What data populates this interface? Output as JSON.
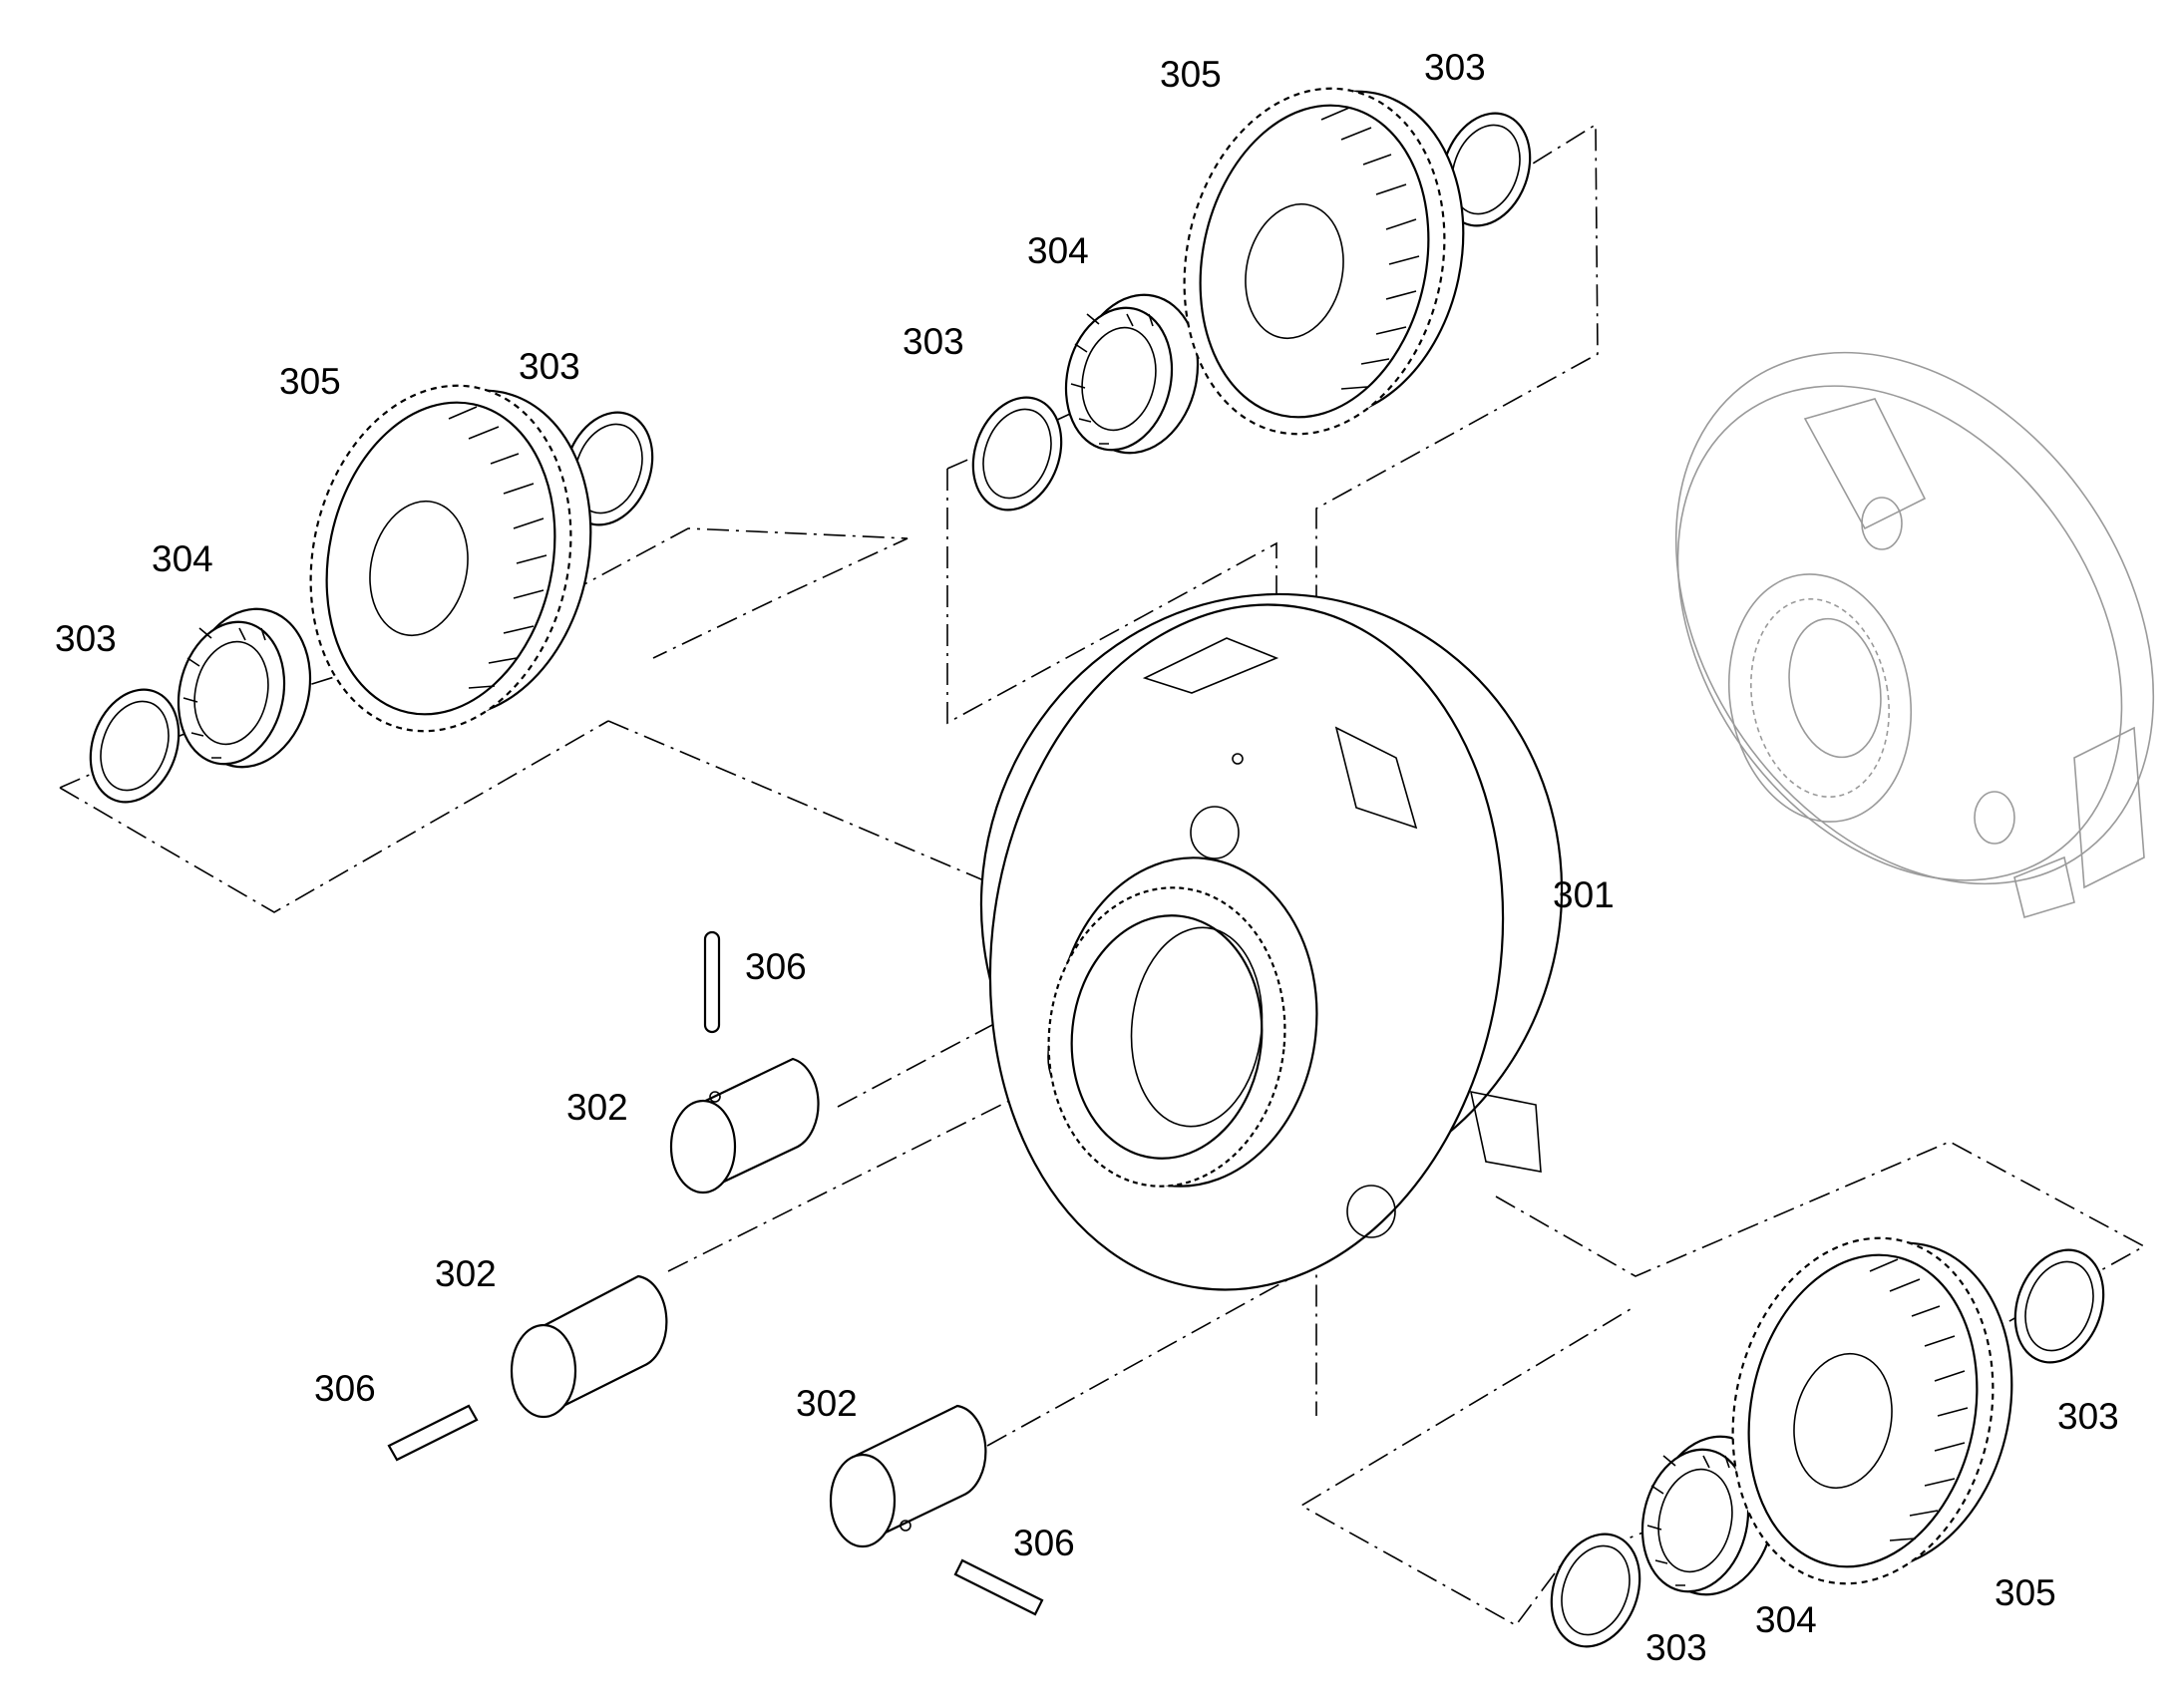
{
  "callouts": [
    {
      "id": "c305a",
      "text": "305"
    },
    {
      "id": "c303a",
      "text": "303"
    },
    {
      "id": "c304a",
      "text": "304"
    },
    {
      "id": "c303b",
      "text": "303"
    },
    {
      "id": "c305b",
      "text": "305"
    },
    {
      "id": "c303c",
      "text": "303"
    },
    {
      "id": "c304b",
      "text": "304"
    },
    {
      "id": "c303d",
      "text": "303"
    },
    {
      "id": "c301",
      "text": "301"
    },
    {
      "id": "c306a",
      "text": "306"
    },
    {
      "id": "c302a",
      "text": "302"
    },
    {
      "id": "c302b",
      "text": "302"
    },
    {
      "id": "c306b",
      "text": "306"
    },
    {
      "id": "c302c",
      "text": "302"
    },
    {
      "id": "c306c",
      "text": "306"
    },
    {
      "id": "c303e",
      "text": "303"
    },
    {
      "id": "c303f",
      "text": "303"
    },
    {
      "id": "c304c",
      "text": "304"
    },
    {
      "id": "c305c",
      "text": "305"
    }
  ]
}
